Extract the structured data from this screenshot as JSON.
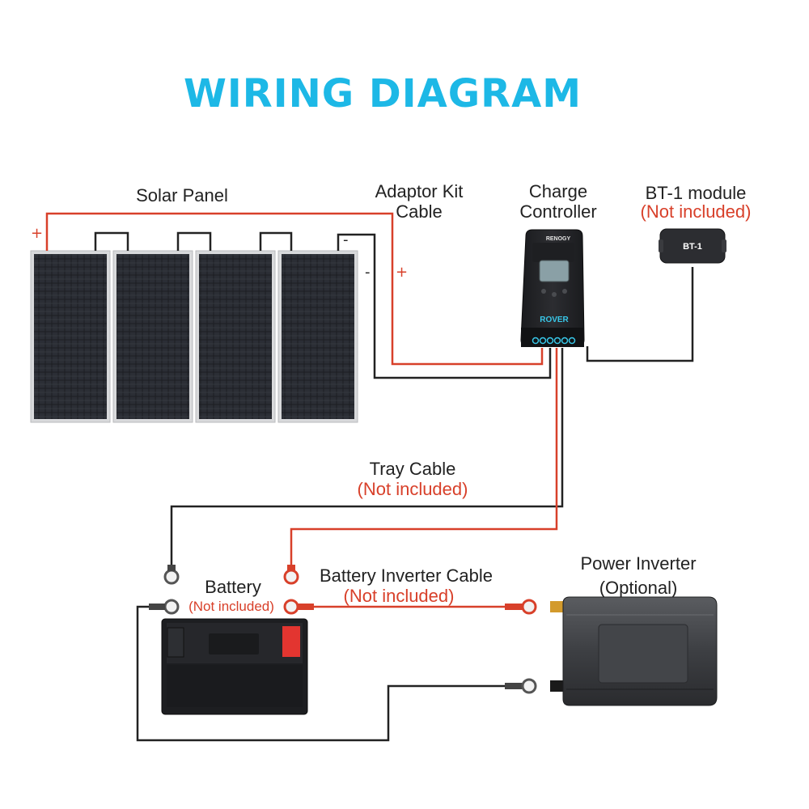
{
  "title": "WIRING DIAGRAM",
  "labels": {
    "solar_panel": "Solar Panel",
    "adaptor_kit_line1": "Adaptor Kit",
    "adaptor_kit_line2": "Cable",
    "charge_controller_line1": "Charge",
    "charge_controller_line2": "Controller",
    "bt1_module": "BT-1 module",
    "bt1_not_included": "(Not included)",
    "tray_cable": "Tray Cable",
    "tray_not_included": "(Not included)",
    "battery": "Battery",
    "battery_not_included": "(Not included)",
    "battery_inverter_cable": "Battery Inverter Cable",
    "battery_inverter_not_included": "(Not included)",
    "power_inverter_line1": "Power Inverter",
    "power_inverter_line2": "(Optional)"
  },
  "signs": {
    "panel_plus": "+",
    "panel_minus_top": "-",
    "panel_minus_side": "-",
    "adaptor_plus": "+"
  },
  "device_text": {
    "controller_brand": "RENOGY",
    "controller_model": "ROVER",
    "bt1_label": "BT-1"
  },
  "colors": {
    "title": "#1db8e6",
    "positive_wire": "#d8402a",
    "negative_wire": "#222222",
    "not_included_text": "#d8402a"
  }
}
